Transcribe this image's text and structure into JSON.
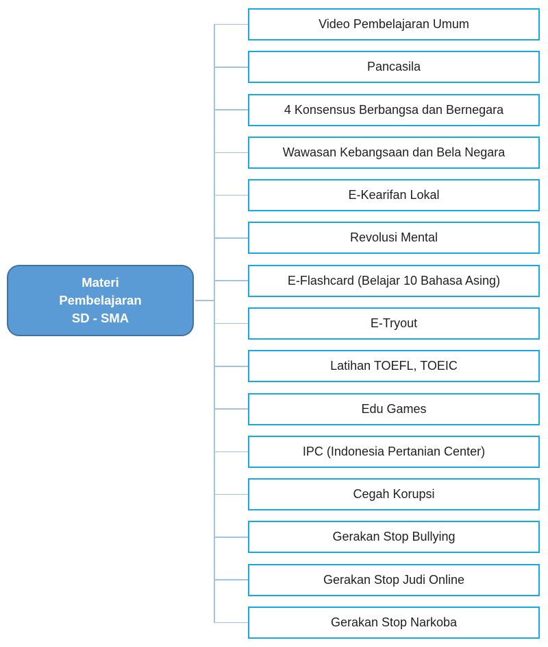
{
  "diagram": {
    "type": "tree",
    "root": {
      "label": "Materi Pembelajaran SD - SMA",
      "label_lines": [
        "Materi",
        "Pembelajaran",
        "SD - SMA"
      ]
    },
    "children": [
      {
        "label": "Video Pembelajaran Umum"
      },
      {
        "label": "Pancasila"
      },
      {
        "label": "4 Konsensus Berbangsa dan Bernegara"
      },
      {
        "label": "Wawasan Kebangsaan dan Bela Negara"
      },
      {
        "label": "E-Kearifan Lokal"
      },
      {
        "label": "Revolusi Mental"
      },
      {
        "label": "E-Flashcard (Belajar 10 Bahasa Asing)"
      },
      {
        "label": "E-Tryout"
      },
      {
        "label": "Latihan TOEFL, TOEIC"
      },
      {
        "label": "Edu Games"
      },
      {
        "label": "IPC (Indonesia Pertanian Center)"
      },
      {
        "label": "Cegah Korupsi"
      },
      {
        "label": "Gerakan Stop Bullying"
      },
      {
        "label": "Gerakan Stop Judi Online"
      },
      {
        "label": "Gerakan Stop Narkoba"
      }
    ],
    "colors": {
      "root_fill": "#5b9bd5",
      "root_border": "#41719c",
      "box_border": "#17a8e6",
      "connector": "#a3c1e3",
      "text": "#1f1f1f",
      "root_text": "#ffffff",
      "bg": "#ffffff"
    }
  }
}
